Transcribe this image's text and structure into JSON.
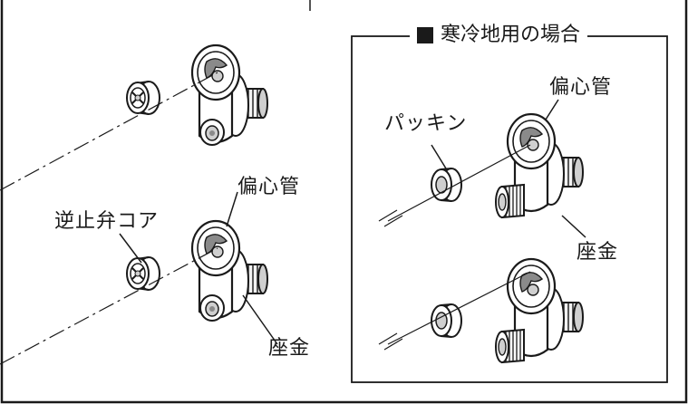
{
  "labels": {
    "eccentric_pipe_left": "偏心管",
    "check_valve_core": "逆止弁コア",
    "washer_left": "座金",
    "cold_region_title": "寒冷地用の場合",
    "eccentric_pipe_right": "偏心管",
    "packing": "パッキン",
    "washer_right": "座金"
  },
  "colors": {
    "line": "#1a1a1a",
    "fill_light": "#f2f2f2",
    "fill_mid": "#cfcfcf",
    "fill_dark": "#8a8a8a"
  }
}
